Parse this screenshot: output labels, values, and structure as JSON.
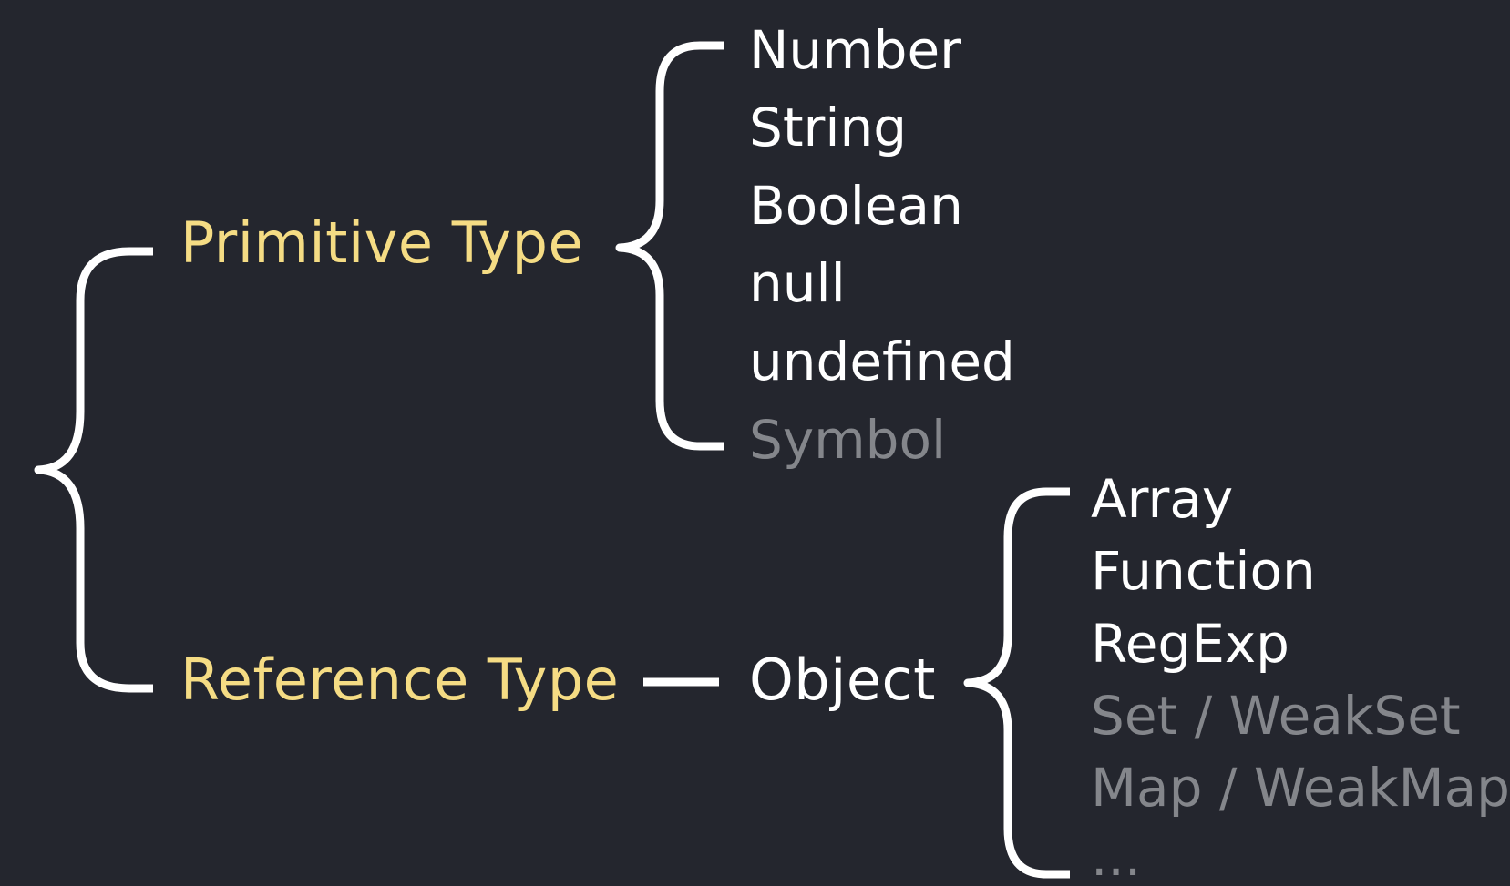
{
  "colors": {
    "background": "#24262e",
    "category": "#f5dc84",
    "item": "#ffffff",
    "item_muted": "#84868b",
    "line": "#ffffff"
  },
  "categories": {
    "primitive": "Primitive Type",
    "reference": "Reference Type"
  },
  "object_label": "Object",
  "primitive_items": [
    {
      "label": "Number",
      "muted": false
    },
    {
      "label": "String",
      "muted": false
    },
    {
      "label": "Boolean",
      "muted": false
    },
    {
      "label": "null",
      "muted": false
    },
    {
      "label": "undefined",
      "muted": false
    },
    {
      "label": "Symbol",
      "muted": true
    }
  ],
  "object_items": [
    {
      "label": "Array",
      "muted": false
    },
    {
      "label": "Function",
      "muted": false
    },
    {
      "label": "RegExp",
      "muted": false
    },
    {
      "label": "Set / WeakSet",
      "muted": true
    },
    {
      "label": "Map / WeakMap",
      "muted": true
    },
    {
      "label": "...",
      "muted": true
    }
  ]
}
